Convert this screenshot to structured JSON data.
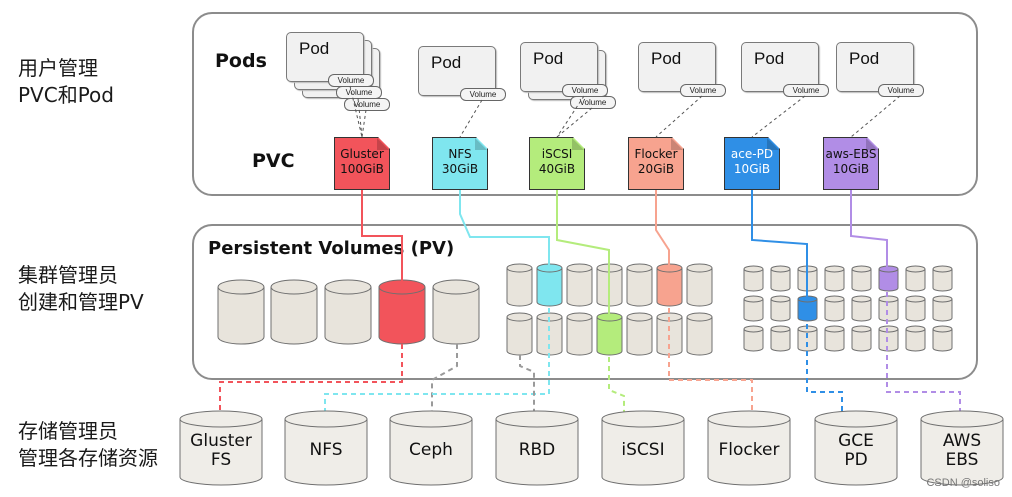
{
  "side_labels": {
    "user": "用户管理\nPVC和Pod",
    "admin": "集群管理员\n创建和管理PV",
    "storage_admin": "存储管理员\n管理各存储资源"
  },
  "pods_panel": {
    "pods_title": "Pods",
    "pvc_title": "PVC",
    "pod_label": "Pod",
    "volume_label": "Volume"
  },
  "pvcs": [
    {
      "name": "Gluster",
      "size": "100GiB",
      "color": "#f2545b"
    },
    {
      "name": "NFS",
      "size": "30GiB",
      "color": "#7fe6ef"
    },
    {
      "name": "iSCSI",
      "size": "40GiB",
      "color": "#b4ec7c"
    },
    {
      "name": "Flocker",
      "size": "20GiB",
      "color": "#f7a38f"
    },
    {
      "name": "ace-PD",
      "size": "10GiB",
      "color": "#2f8fe6"
    },
    {
      "name": "aws-EBS",
      "size": "10GiB",
      "color": "#b18de6"
    }
  ],
  "pv_panel": {
    "title": "Persistent Volumes (PV)"
  },
  "storages": [
    {
      "name": "Gluster\nFS"
    },
    {
      "name": "NFS"
    },
    {
      "name": "Ceph"
    },
    {
      "name": "RBD"
    },
    {
      "name": "iSCSI"
    },
    {
      "name": "Flocker"
    },
    {
      "name": "GCE\nPD"
    },
    {
      "name": "AWS\nEBS"
    }
  ],
  "colors": {
    "pv_default": "#e8e4dc",
    "panel_border": "#8c8c8c"
  },
  "watermark": "CSDN @soliso"
}
